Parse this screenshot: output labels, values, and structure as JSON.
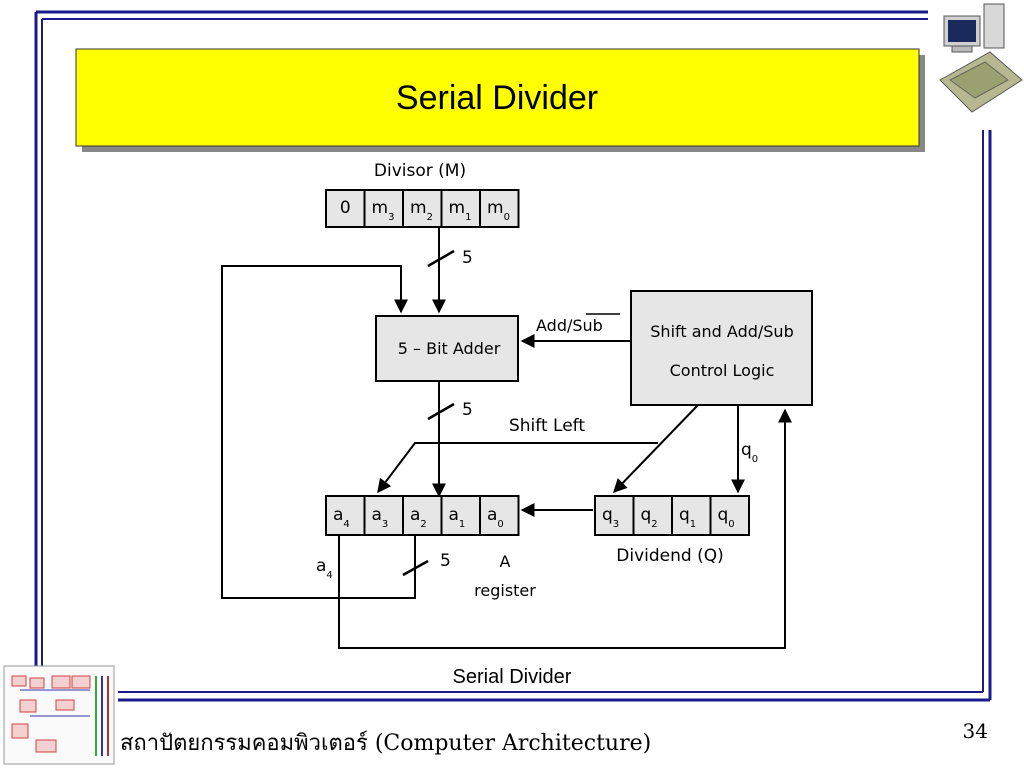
{
  "slide": {
    "title": "Serial Divider",
    "caption": "Serial Divider",
    "footer": "สถาปัตยกรรมคอมพิวเตอร์ (Computer Architecture)",
    "page_number": "34"
  },
  "diagram": {
    "divisor_label": "Divisor (M)",
    "divisor_cells": [
      {
        "base": "0",
        "sub": ""
      },
      {
        "base": "m",
        "sub": "3"
      },
      {
        "base": "m",
        "sub": "2"
      },
      {
        "base": "m",
        "sub": "1"
      },
      {
        "base": "m",
        "sub": "0"
      }
    ],
    "adder_label": "5 – Bit Adder",
    "control_label_line1": "Shift and Add/Sub",
    "control_label_line2": "Control Logic",
    "add_sub_label": "Add/",
    "add_sub_label_overbar": "Sub",
    "shift_left_label": "Shift Left",
    "q0_label": {
      "base": "q",
      "sub": "0"
    },
    "bus_width_1": "5",
    "bus_width_2": "5",
    "bus_width_3": "5",
    "a_cells": [
      {
        "base": "a",
        "sub": "4"
      },
      {
        "base": "a",
        "sub": "3"
      },
      {
        "base": "a",
        "sub": "2"
      },
      {
        "base": "a",
        "sub": "1"
      },
      {
        "base": "a",
        "sub": "0"
      }
    ],
    "q_cells": [
      {
        "base": "q",
        "sub": "3"
      },
      {
        "base": "q",
        "sub": "2"
      },
      {
        "base": "q",
        "sub": "1"
      },
      {
        "base": "q",
        "sub": "0"
      }
    ],
    "a4_label": {
      "base": "a",
      "sub": "4"
    },
    "a_register_label_1": "A",
    "a_register_label_2": "register",
    "dividend_label": "Dividend (Q)"
  },
  "colors": {
    "title_bar": "#ffff00",
    "frame": "#1a1a8c",
    "box_fill": "#e6e6e6"
  }
}
